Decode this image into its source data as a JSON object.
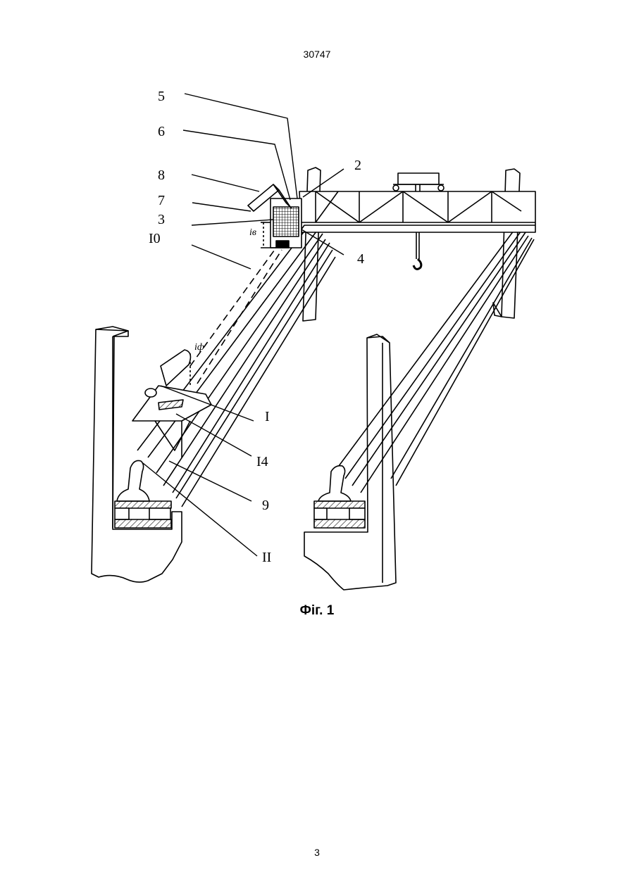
{
  "header": {
    "patent_number": "30747"
  },
  "figure": {
    "caption": "Фіг. 1",
    "labels": {
      "l5": "5",
      "l6": "6",
      "l8": "8",
      "l7": "7",
      "l3": "3",
      "l10": "I0",
      "l2": "2",
      "l4": "4",
      "l1": "I",
      "l14": "I4",
      "l9": "9",
      "l11": "II",
      "ie": "iв",
      "iphi": "iф"
    }
  },
  "footer": {
    "page_number": "3"
  }
}
